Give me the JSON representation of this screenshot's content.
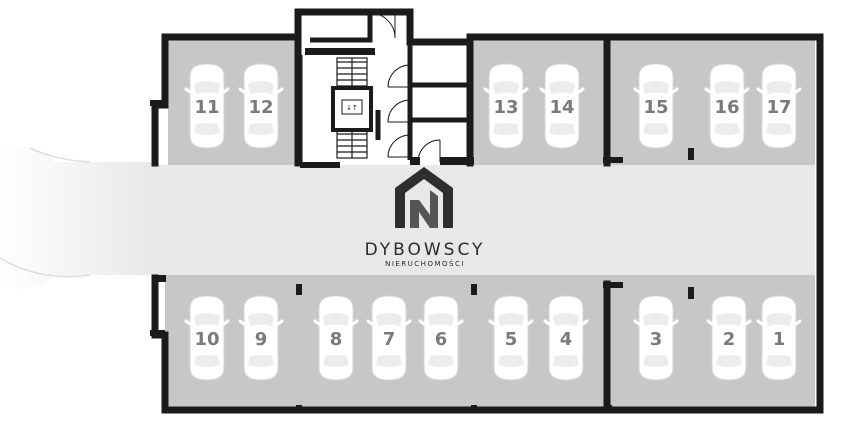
{
  "brand": {
    "name": "DYBOWSCY",
    "tagline": "NIERUCHOMOŚCI"
  },
  "icons": {
    "logo": "house-n-logo-icon",
    "car": "car-top-view-icon",
    "elevator": "elevator-icon",
    "stairs": "stairs-icon",
    "door": "door-swing-icon"
  },
  "colors": {
    "wall": "#1b1b1b",
    "floor": "#c7c7c7",
    "aisle": "#e8e8e8",
    "car": "#ffffff",
    "number": "#7a7a7a"
  },
  "top_row_spots": [
    "11",
    "12",
    "13",
    "14",
    "15",
    "16",
    "17"
  ],
  "bottom_row_spots": [
    "10",
    "9",
    "8",
    "7",
    "6",
    "5",
    "4",
    "3",
    "2",
    "1"
  ]
}
